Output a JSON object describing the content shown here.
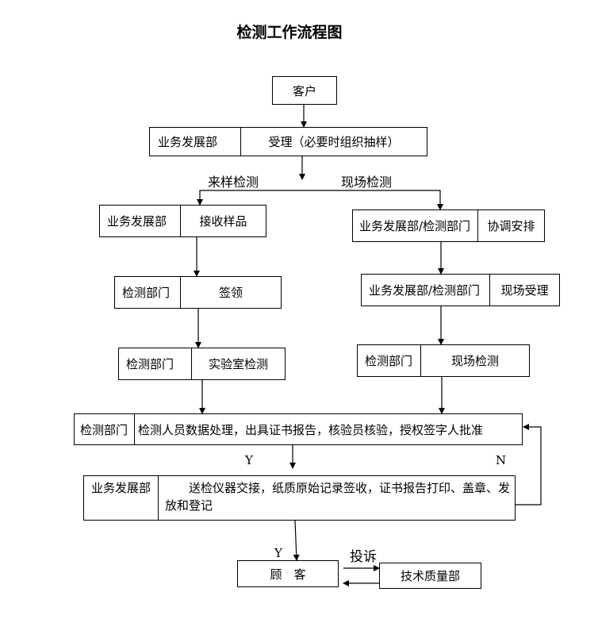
{
  "title": "检测工作流程图",
  "customer": "客户",
  "accept": {
    "dept": "业务发展部",
    "text": "受理（必要时组织抽样）"
  },
  "branch": {
    "sample": "来样检测",
    "onsite": "现场检测"
  },
  "left": {
    "receive": {
      "dept": "业务发展部",
      "text": "接收样品"
    },
    "sign": {
      "dept": "检测部门",
      "text": "签领"
    },
    "lab": {
      "dept": "检测部门",
      "text": "实验室检测"
    }
  },
  "right": {
    "coord": {
      "dept": "业务发展部/检测部门",
      "text": "协调安排"
    },
    "onsite_accept": {
      "dept": "业务发展部/检测部门",
      "text": "现场受理"
    },
    "onsite_test": {
      "dept": "检测部门",
      "text": "现场检测"
    }
  },
  "process": {
    "dept": "检测部门",
    "text": "检测人员数据处理，出具证书报告，核验员核验，授权签字人批准"
  },
  "yes1": "Y",
  "no1": "N",
  "deliver": {
    "dept": "业务发展部",
    "text": "送检仪器交接，纸质原始记录签收，证书报告打印、盖章、发放和登记"
  },
  "yes2": "Y",
  "client": "顾　客",
  "complaint": "投诉",
  "quality": "技术质量部"
}
